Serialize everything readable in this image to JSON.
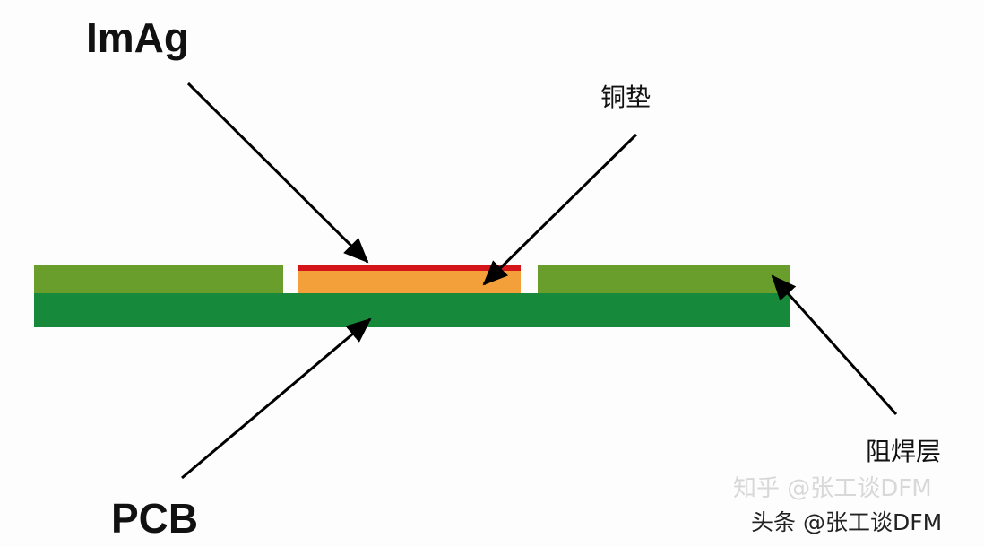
{
  "labels": {
    "imag": "ImAg",
    "copper_pad": "铜垫",
    "solder_mask": "阻焊层",
    "pcb": "PCB"
  },
  "watermarks": {
    "zhihu": "知乎 @张工谈DFM",
    "toutiao": "头条 @张工谈DFM"
  },
  "colors": {
    "solder_mask": "#6a9e2c",
    "pcb": "#16893a",
    "copper": "#f3a03a",
    "imag": "#d4151a",
    "arrow": "#000000"
  }
}
